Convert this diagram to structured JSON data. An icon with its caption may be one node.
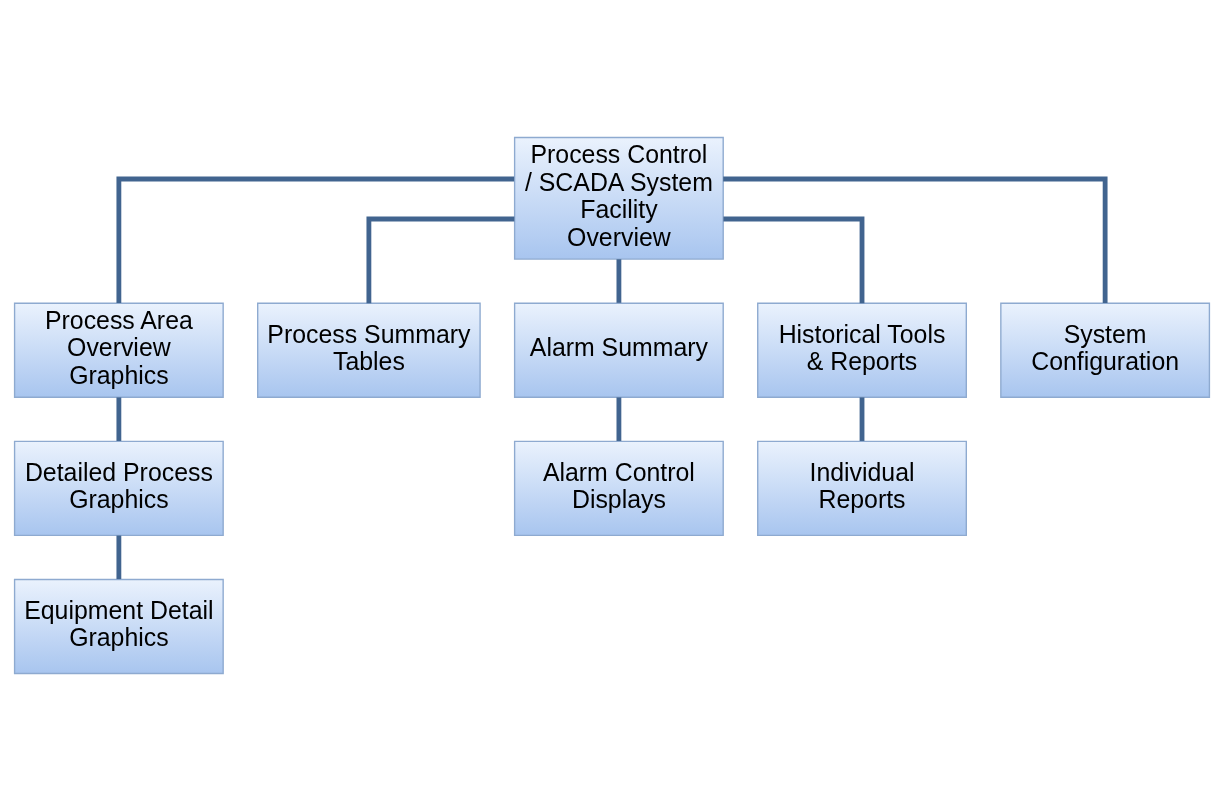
{
  "diagram": {
    "nodes": [
      {
        "text": [
          "Process Control / SCADA System Facility Overview"
        ]
      },
      {
        "text": [
          "Process Area Overview Graphics"
        ]
      },
      {
        "text": [
          "Process Summary Tables"
        ]
      },
      {
        "text": [
          "Alarm Summary"
        ]
      },
      {
        "text": [
          "Historical Tools & Reports"
        ]
      },
      {
        "text": [
          "System Configuration"
        ]
      },
      {
        "text": [
          "Detailed Process Graphics"
        ]
      },
      {
        "text": [
          "Equipment Detail Graphics"
        ]
      },
      {
        "text": [
          "Alarm Control Displays"
        ]
      },
      {
        "text": [
          "Individual Reports"
        ]
      }
    ],
    "edges": [
      {
        "from": 0,
        "to": 1,
        "arrow": "none"
      },
      {
        "from": 0,
        "to": 2,
        "arrow": "none"
      },
      {
        "from": 0,
        "to": 3,
        "arrow": "none"
      },
      {
        "from": 0,
        "to": 4,
        "arrow": "none"
      },
      {
        "from": 0,
        "to": 5,
        "arrow": "none"
      },
      {
        "from": 1,
        "to": 6,
        "arrow": "none"
      },
      {
        "from": 6,
        "to": 7,
        "arrow": "none"
      },
      {
        "from": 3,
        "to": 8,
        "arrow": "none"
      },
      {
        "from": 4,
        "to": 9,
        "arrow": "none"
      }
    ]
  }
}
